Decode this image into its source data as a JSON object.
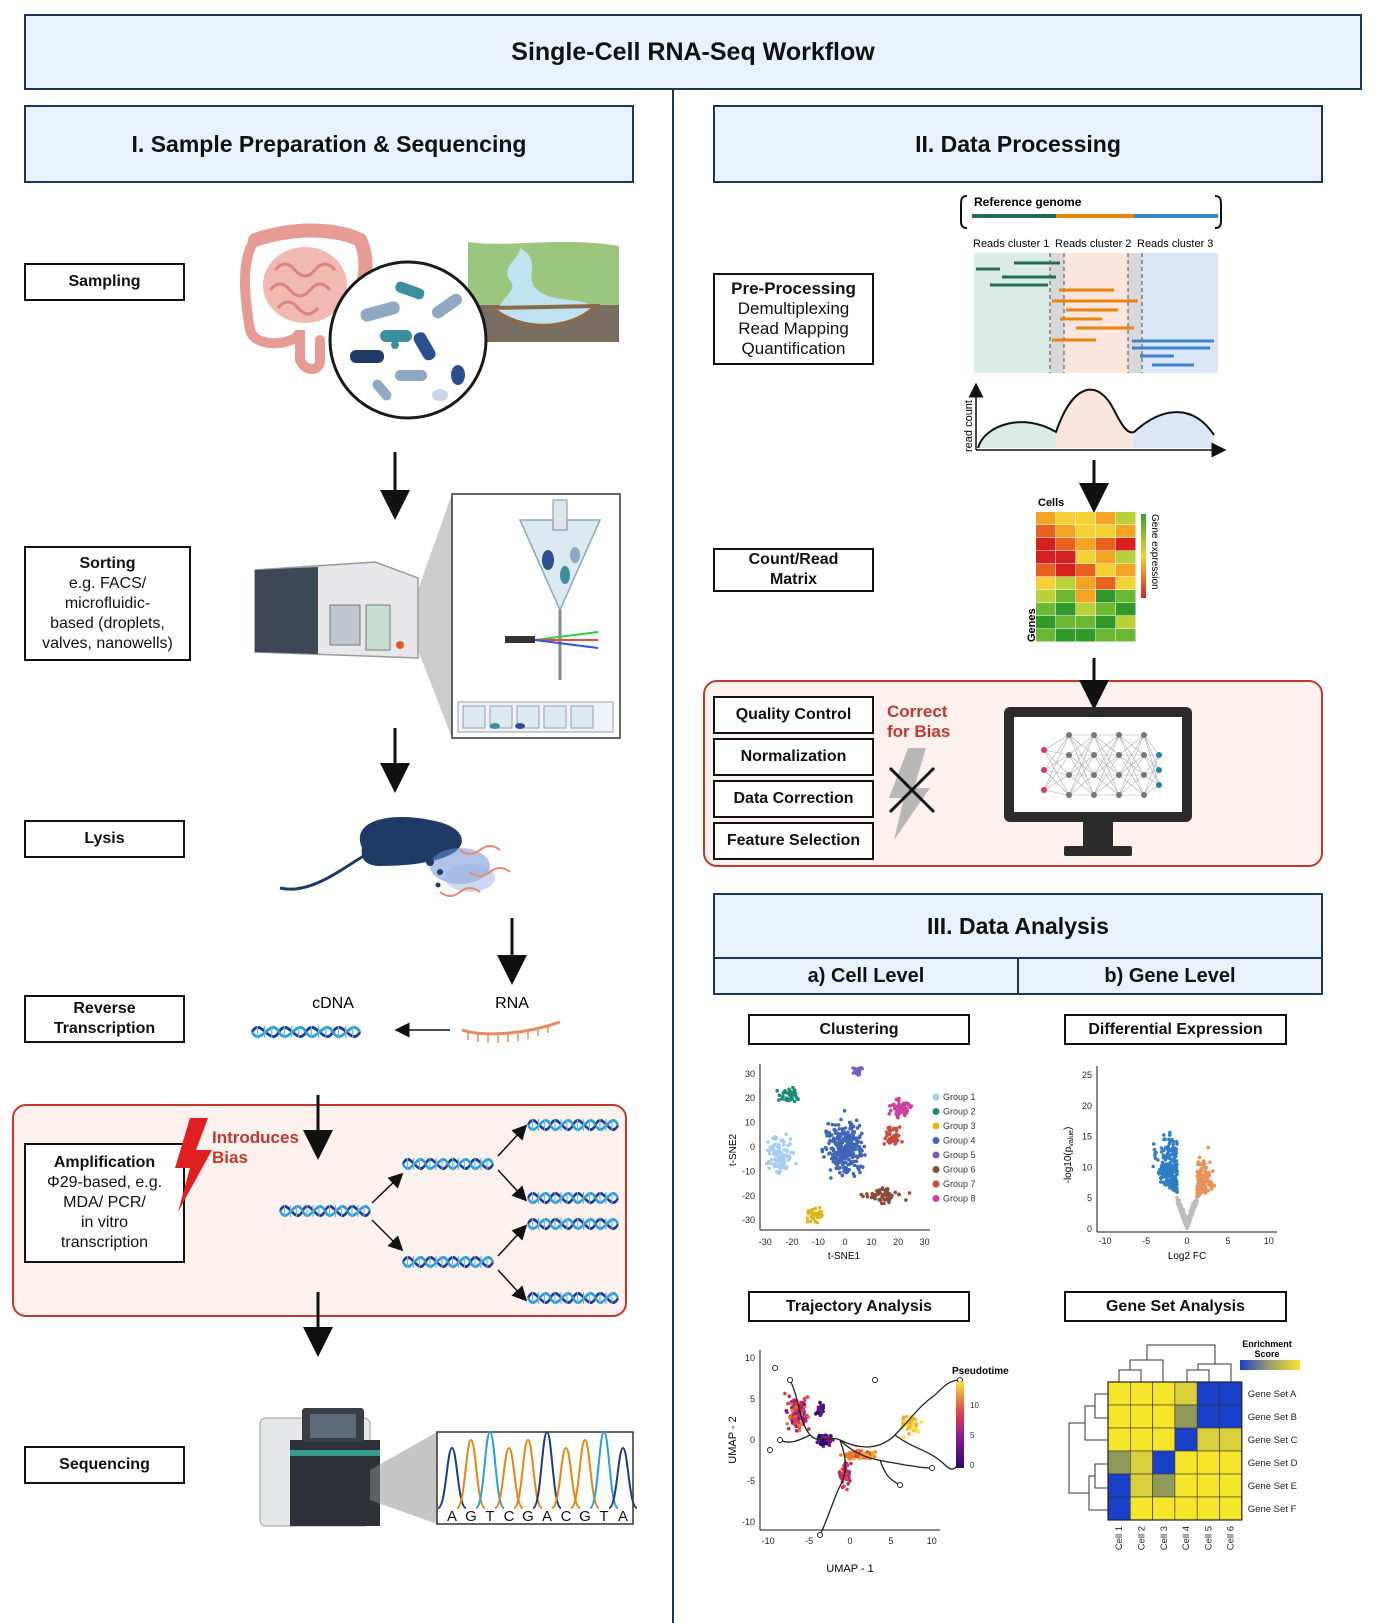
{
  "title": "Single-Cell RNA-Seq Workflow",
  "sections": {
    "prep": "I. Sample Preparation & Sequencing",
    "processing": "II. Data Processing",
    "analysis": "III. Data Analysis",
    "cell_level": "a) Cell Level",
    "gene_level": "b) Gene Level"
  },
  "steps": {
    "sampling": "Sampling",
    "sorting_title": "Sorting",
    "sorting_l1": "e.g. FACS/",
    "sorting_l2": "microfluidic-",
    "sorting_l3": "based (droplets,",
    "sorting_l4": "valves, nanowells)",
    "lysis": "Lysis",
    "rt_l1": "Reverse",
    "rt_l2": "Transcription",
    "amp_title": "Amplification",
    "amp_l1": "Φ29-based, e.g.",
    "amp_l2": "MDA/ PCR/",
    "amp_l3": "in vitro",
    "amp_l4": "transcription",
    "sequencing": "Sequencing"
  },
  "labels": {
    "cdna": "cDNA",
    "rna": "RNA",
    "introduces_bias_1": "Introduces",
    "introduces_bias_2": "Bias",
    "sequence": [
      "A",
      "G",
      "T",
      "C",
      "G",
      "A",
      "C",
      "G",
      "T",
      "A"
    ]
  },
  "processing": {
    "pre_title": "Pre-Processing",
    "pre_l1": "Demultiplexing",
    "pre_l2": "Read Mapping",
    "pre_l3": "Quantification",
    "ref_genome": "Reference genome",
    "cluster1": "Reads cluster 1",
    "cluster2": "Reads cluster 2",
    "cluster3": "Reads cluster 3",
    "read_count": "read count",
    "count_l1": "Count/Read",
    "count_l2": "Matrix",
    "cells": "Cells",
    "genes": "Genes",
    "gene_expression": "Gene expression",
    "qc": "Quality Control",
    "norm": "Normalization",
    "datacorr": "Data Correction",
    "featsel": "Feature Selection",
    "correct_1": "Correct",
    "correct_2": "for Bias"
  },
  "analysis": {
    "clustering": "Clustering",
    "diffexp": "Differential Expression",
    "trajectory": "Trajectory Analysis",
    "geneset": "Gene Set Analysis",
    "tsne_x": "t-SNE1",
    "tsne_y": "t-SNE2",
    "tsne_xticks": [
      "-30",
      "-20",
      "-10",
      "0",
      "10",
      "20",
      "30"
    ],
    "tsne_yticks": [
      "30",
      "20",
      "10",
      "0",
      "-10",
      "-20",
      "-30"
    ],
    "groups": [
      "Group 1",
      "Group 2",
      "Group 3",
      "Group 4",
      "Group 5",
      "Group 6",
      "Group 7",
      "Group 8"
    ],
    "group_colors": [
      "#a6cdee",
      "#1a8a75",
      "#e2b51c",
      "#3f66b7",
      "#7b59b5",
      "#8c4a3a",
      "#c94b3f",
      "#cc3f9d"
    ],
    "volcano_x": "Log2 FC",
    "volcano_y": "-log10(p",
    "volcano_y_sub": "value",
    "volcano_xticks": [
      "-10",
      "-5",
      "0",
      "5",
      "10"
    ],
    "volcano_yticks": [
      "25",
      "20",
      "15",
      "10",
      "5",
      "0"
    ],
    "umap_x": "UMAP - 1",
    "umap_y": "UMAP - 2",
    "umap_xticks": [
      "-10",
      "-5",
      "0",
      "5",
      "10"
    ],
    "umap_yticks": [
      "10",
      "5",
      "0",
      "-5",
      "-10"
    ],
    "pseudotime": "Pseudotime",
    "pseudo_ticks": [
      "10",
      "5",
      "0"
    ],
    "enrichment_1": "Enrichment",
    "enrichment_2": "Score",
    "gene_sets": [
      "Gene Set A",
      "Gene Set B",
      "Gene Set C",
      "Gene Set D",
      "Gene Set E",
      "Gene Set F"
    ],
    "cells": [
      "Cell 1",
      "Cell 2",
      "Cell 3",
      "Cell 4",
      "Cell 5",
      "Cell 6"
    ]
  }
}
